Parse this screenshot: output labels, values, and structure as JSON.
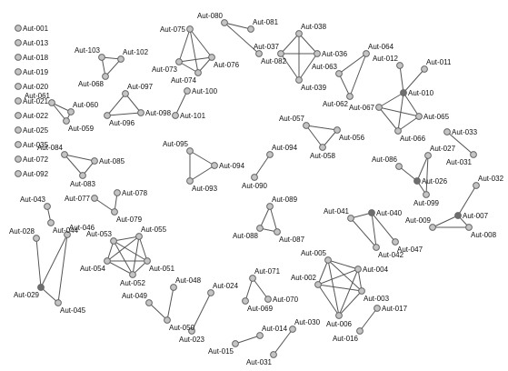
{
  "colors": {
    "node": "#c4c4c4",
    "hub": "#6e6e6e",
    "edge": "#555555",
    "label": "#111111"
  },
  "nodes": [
    {
      "id": "Aut-001"
    },
    {
      "id": "Aut-013"
    },
    {
      "id": "Aut-018"
    },
    {
      "id": "Aut-019"
    },
    {
      "id": "Aut-020"
    },
    {
      "id": "Aut-021"
    },
    {
      "id": "Aut-022"
    },
    {
      "id": "Aut-025"
    },
    {
      "id": "Aut-035"
    },
    {
      "id": "Aut-072"
    },
    {
      "id": "Aut-092"
    },
    {
      "id": "Aut-103"
    },
    {
      "id": "Aut-102"
    },
    {
      "id": "Aut-068"
    },
    {
      "id": "Aut-061"
    },
    {
      "id": "Aut-060"
    },
    {
      "id": "Aut-059"
    },
    {
      "id": "Aut-097"
    },
    {
      "id": "Aut-098"
    },
    {
      "id": "Aut-096"
    },
    {
      "id": "Aut-075"
    },
    {
      "id": "Aut-073"
    },
    {
      "id": "Aut-074"
    },
    {
      "id": "Aut-076"
    },
    {
      "id": "Aut-080"
    },
    {
      "id": "Aut-081"
    },
    {
      "id": "Aut-082"
    },
    {
      "id": "Aut-100"
    },
    {
      "id": "Aut-101"
    },
    {
      "id": "Aut-038"
    },
    {
      "id": "Aut-037"
    },
    {
      "id": "Aut-036"
    },
    {
      "id": "Aut-039"
    },
    {
      "id": "Aut-064"
    },
    {
      "id": "Aut-063"
    },
    {
      "id": "Aut-062"
    },
    {
      "id": "Aut-012"
    },
    {
      "id": "Aut-011"
    },
    {
      "id": "Aut-010",
      "hub": true
    },
    {
      "id": "Aut-067"
    },
    {
      "id": "Aut-065"
    },
    {
      "id": "Aut-066"
    },
    {
      "id": "Aut-057"
    },
    {
      "id": "Aut-056"
    },
    {
      "id": "Aut-058"
    },
    {
      "id": "Aut-033"
    },
    {
      "id": "Aut-031"
    },
    {
      "id": "Aut-084"
    },
    {
      "id": "Aut-085"
    },
    {
      "id": "Aut-083"
    },
    {
      "id": "Aut-095"
    },
    {
      "id": "Aut-094a",
      "label": "Aut-094"
    },
    {
      "id": "Aut-093"
    },
    {
      "id": "Aut-094b",
      "label": "Aut-094"
    },
    {
      "id": "Aut-090"
    },
    {
      "id": "Aut-027"
    },
    {
      "id": "Aut-086"
    },
    {
      "id": "Aut-026",
      "hub": true
    },
    {
      "id": "Aut-099"
    },
    {
      "id": "Aut-032"
    },
    {
      "id": "Aut-007",
      "hub": true
    },
    {
      "id": "Aut-009"
    },
    {
      "id": "Aut-008"
    },
    {
      "id": "Aut-077"
    },
    {
      "id": "Aut-078"
    },
    {
      "id": "Aut-079"
    },
    {
      "id": "Aut-043"
    },
    {
      "id": "Aut-044"
    },
    {
      "id": "Aut-089"
    },
    {
      "id": "Aut-088"
    },
    {
      "id": "Aut-087"
    },
    {
      "id": "Aut-041"
    },
    {
      "id": "Aut-040",
      "hub": true
    },
    {
      "id": "Aut-042"
    },
    {
      "id": "Aut-047"
    },
    {
      "id": "Aut-053"
    },
    {
      "id": "Aut-055"
    },
    {
      "id": "Aut-054"
    },
    {
      "id": "Aut-051"
    },
    {
      "id": "Aut-052"
    },
    {
      "id": "Aut-028"
    },
    {
      "id": "Aut-046"
    },
    {
      "id": "Aut-029",
      "hub": true
    },
    {
      "id": "Aut-045"
    },
    {
      "id": "Aut-005"
    },
    {
      "id": "Aut-004"
    },
    {
      "id": "Aut-002"
    },
    {
      "id": "Aut-003"
    },
    {
      "id": "Aut-006"
    },
    {
      "id": "Aut-048"
    },
    {
      "id": "Aut-049"
    },
    {
      "id": "Aut-050"
    },
    {
      "id": "Aut-071"
    },
    {
      "id": "Aut-069"
    },
    {
      "id": "Aut-070"
    },
    {
      "id": "Aut-024"
    },
    {
      "id": "Aut-023"
    },
    {
      "id": "Aut-017"
    },
    {
      "id": "Aut-016"
    },
    {
      "id": "Aut-014"
    },
    {
      "id": "Aut-015"
    },
    {
      "id": "Aut-030"
    },
    {
      "id": "Aut-031b",
      "label": "Aut-031"
    }
  ],
  "edges": [
    [
      "Aut-103",
      "Aut-068"
    ],
    [
      "Aut-102",
      "Aut-068"
    ],
    [
      "Aut-103",
      "Aut-102"
    ],
    [
      "Aut-061",
      "Aut-060"
    ],
    [
      "Aut-061",
      "Aut-059"
    ],
    [
      "Aut-060",
      "Aut-059"
    ],
    [
      "Aut-097",
      "Aut-096"
    ],
    [
      "Aut-096",
      "Aut-098"
    ],
    [
      "Aut-097",
      "Aut-098"
    ],
    [
      "Aut-075",
      "Aut-073"
    ],
    [
      "Aut-075",
      "Aut-074"
    ],
    [
      "Aut-075",
      "Aut-076"
    ],
    [
      "Aut-073",
      "Aut-074"
    ],
    [
      "Aut-073",
      "Aut-076"
    ],
    [
      "Aut-074",
      "Aut-076"
    ],
    [
      "Aut-080",
      "Aut-081"
    ],
    [
      "Aut-080",
      "Aut-082"
    ],
    [
      "Aut-100",
      "Aut-101"
    ],
    [
      "Aut-038",
      "Aut-037"
    ],
    [
      "Aut-038",
      "Aut-036"
    ],
    [
      "Aut-038",
      "Aut-039"
    ],
    [
      "Aut-037",
      "Aut-036"
    ],
    [
      "Aut-037",
      "Aut-039"
    ],
    [
      "Aut-036",
      "Aut-039"
    ],
    [
      "Aut-064",
      "Aut-063"
    ],
    [
      "Aut-064",
      "Aut-062"
    ],
    [
      "Aut-063",
      "Aut-062"
    ],
    [
      "Aut-012",
      "Aut-010"
    ],
    [
      "Aut-011",
      "Aut-010"
    ],
    [
      "Aut-010",
      "Aut-067"
    ],
    [
      "Aut-010",
      "Aut-065"
    ],
    [
      "Aut-010",
      "Aut-066"
    ],
    [
      "Aut-067",
      "Aut-066"
    ],
    [
      "Aut-065",
      "Aut-066"
    ],
    [
      "Aut-067",
      "Aut-065"
    ],
    [
      "Aut-057",
      "Aut-056"
    ],
    [
      "Aut-057",
      "Aut-058"
    ],
    [
      "Aut-056",
      "Aut-058"
    ],
    [
      "Aut-033",
      "Aut-031"
    ],
    [
      "Aut-084",
      "Aut-085"
    ],
    [
      "Aut-084",
      "Aut-083"
    ],
    [
      "Aut-085",
      "Aut-083"
    ],
    [
      "Aut-095",
      "Aut-094a"
    ],
    [
      "Aut-095",
      "Aut-093"
    ],
    [
      "Aut-094a",
      "Aut-093"
    ],
    [
      "Aut-094b",
      "Aut-090"
    ],
    [
      "Aut-027",
      "Aut-026"
    ],
    [
      "Aut-086",
      "Aut-026"
    ],
    [
      "Aut-026",
      "Aut-099"
    ],
    [
      "Aut-027",
      "Aut-099"
    ],
    [
      "Aut-032",
      "Aut-007"
    ],
    [
      "Aut-009",
      "Aut-007"
    ],
    [
      "Aut-007",
      "Aut-008"
    ],
    [
      "Aut-009",
      "Aut-008"
    ],
    [
      "Aut-077",
      "Aut-079"
    ],
    [
      "Aut-078",
      "Aut-079"
    ],
    [
      "Aut-043",
      "Aut-044"
    ],
    [
      "Aut-089",
      "Aut-088"
    ],
    [
      "Aut-089",
      "Aut-087"
    ],
    [
      "Aut-088",
      "Aut-087"
    ],
    [
      "Aut-041",
      "Aut-040"
    ],
    [
      "Aut-041",
      "Aut-042"
    ],
    [
      "Aut-040",
      "Aut-042"
    ],
    [
      "Aut-040",
      "Aut-047"
    ],
    [
      "Aut-053",
      "Aut-055"
    ],
    [
      "Aut-053",
      "Aut-054"
    ],
    [
      "Aut-053",
      "Aut-051"
    ],
    [
      "Aut-053",
      "Aut-052"
    ],
    [
      "Aut-055",
      "Aut-054"
    ],
    [
      "Aut-055",
      "Aut-051"
    ],
    [
      "Aut-055",
      "Aut-052"
    ],
    [
      "Aut-054",
      "Aut-051"
    ],
    [
      "Aut-054",
      "Aut-052"
    ],
    [
      "Aut-051",
      "Aut-052"
    ],
    [
      "Aut-028",
      "Aut-029"
    ],
    [
      "Aut-046",
      "Aut-029"
    ],
    [
      "Aut-029",
      "Aut-045"
    ],
    [
      "Aut-046",
      "Aut-045"
    ],
    [
      "Aut-005",
      "Aut-004"
    ],
    [
      "Aut-005",
      "Aut-002"
    ],
    [
      "Aut-005",
      "Aut-003"
    ],
    [
      "Aut-005",
      "Aut-006"
    ],
    [
      "Aut-004",
      "Aut-002"
    ],
    [
      "Aut-004",
      "Aut-003"
    ],
    [
      "Aut-004",
      "Aut-006"
    ],
    [
      "Aut-002",
      "Aut-003"
    ],
    [
      "Aut-002",
      "Aut-006"
    ],
    [
      "Aut-003",
      "Aut-006"
    ],
    [
      "Aut-048",
      "Aut-050"
    ],
    [
      "Aut-049",
      "Aut-050"
    ],
    [
      "Aut-071",
      "Aut-069"
    ],
    [
      "Aut-071",
      "Aut-070"
    ],
    [
      "Aut-024",
      "Aut-023"
    ],
    [
      "Aut-017",
      "Aut-016"
    ],
    [
      "Aut-014",
      "Aut-015"
    ],
    [
      "Aut-030",
      "Aut-031b"
    ]
  ]
}
